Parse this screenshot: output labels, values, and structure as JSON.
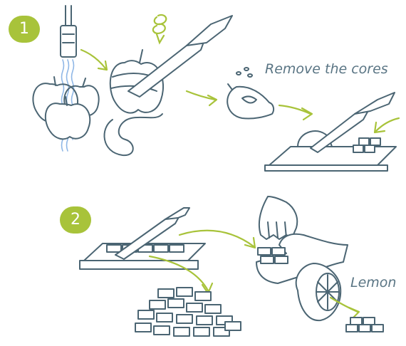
{
  "steps": [
    {
      "number": "1"
    },
    {
      "number": "2"
    }
  ],
  "captions": {
    "remove_cores": "Remove the cores",
    "lemon": "Lemon"
  },
  "colors": {
    "accent": "#a8c33a",
    "ink": "#4b6573",
    "water": "#8fb7e6",
    "caption": "#5a7584"
  }
}
